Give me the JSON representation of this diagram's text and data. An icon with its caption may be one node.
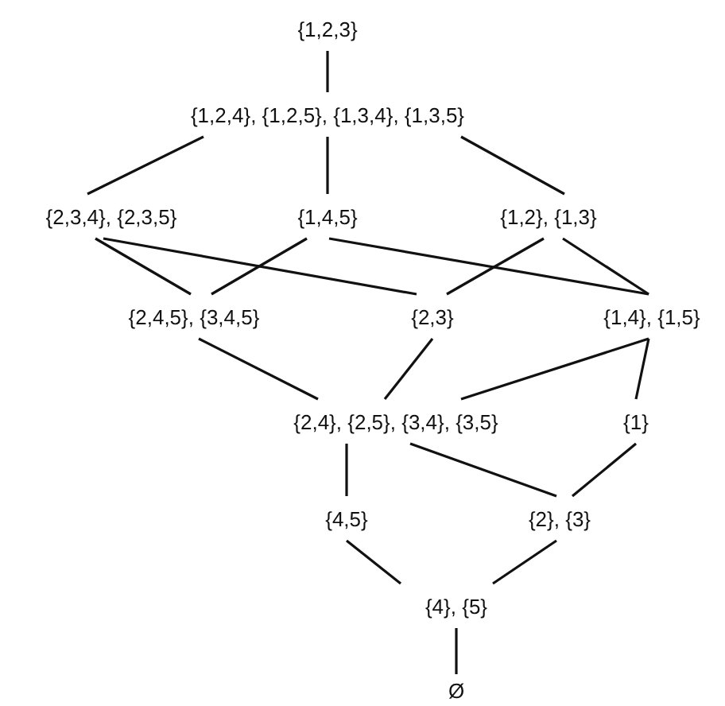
{
  "diagram": {
    "nodes": [
      {
        "text": [
          "{1,2,3}"
        ]
      },
      {
        "text": [
          "{1,2,4}, {1,2,5}, {1,3,4}, {1,3,5}"
        ]
      },
      {
        "text": [
          "{2,3,4}, {2,3,5}"
        ]
      },
      {
        "text": [
          "{1,4,5}"
        ]
      },
      {
        "text": [
          "{1,2}, {1,3}"
        ]
      },
      {
        "text": [
          "{2,4,5}, {3,4,5}"
        ]
      },
      {
        "text": [
          "{2,3}"
        ]
      },
      {
        "text": [
          "{1,4}, {1,5}"
        ]
      },
      {
        "text": [
          "{2,4}, {2,5}, {3,4}, {3,5}"
        ]
      },
      {
        "text": [
          "{1}"
        ]
      },
      {
        "text": [
          "{4,5}"
        ]
      },
      {
        "text": [
          "{2}, {3}"
        ]
      },
      {
        "text": [
          "{4}, {5}"
        ]
      },
      {
        "text": [
          "Ø"
        ]
      }
    ],
    "edges": [
      {
        "from": 0,
        "to": 1,
        "arrow": "none"
      },
      {
        "from": 1,
        "to": 2,
        "arrow": "none"
      },
      {
        "from": 1,
        "to": 3,
        "arrow": "none"
      },
      {
        "from": 1,
        "to": 4,
        "arrow": "none"
      },
      {
        "from": 2,
        "to": 5,
        "arrow": "none"
      },
      {
        "from": 2,
        "to": 6,
        "arrow": "none"
      },
      {
        "from": 3,
        "to": 5,
        "arrow": "none"
      },
      {
        "from": 3,
        "to": 7,
        "arrow": "none"
      },
      {
        "from": 4,
        "to": 6,
        "arrow": "none"
      },
      {
        "from": 4,
        "to": 7,
        "arrow": "none"
      },
      {
        "from": 5,
        "to": 8,
        "arrow": "none"
      },
      {
        "from": 6,
        "to": 8,
        "arrow": "none"
      },
      {
        "from": 7,
        "to": 8,
        "arrow": "none"
      },
      {
        "from": 7,
        "to": 9,
        "arrow": "none"
      },
      {
        "from": 8,
        "to": 10,
        "arrow": "none"
      },
      {
        "from": 8,
        "to": 11,
        "arrow": "none"
      },
      {
        "from": 9,
        "to": 11,
        "arrow": "none"
      },
      {
        "from": 10,
        "to": 12,
        "arrow": "none"
      },
      {
        "from": 11,
        "to": 12,
        "arrow": "none"
      },
      {
        "from": 12,
        "to": 13,
        "arrow": "none"
      }
    ]
  }
}
